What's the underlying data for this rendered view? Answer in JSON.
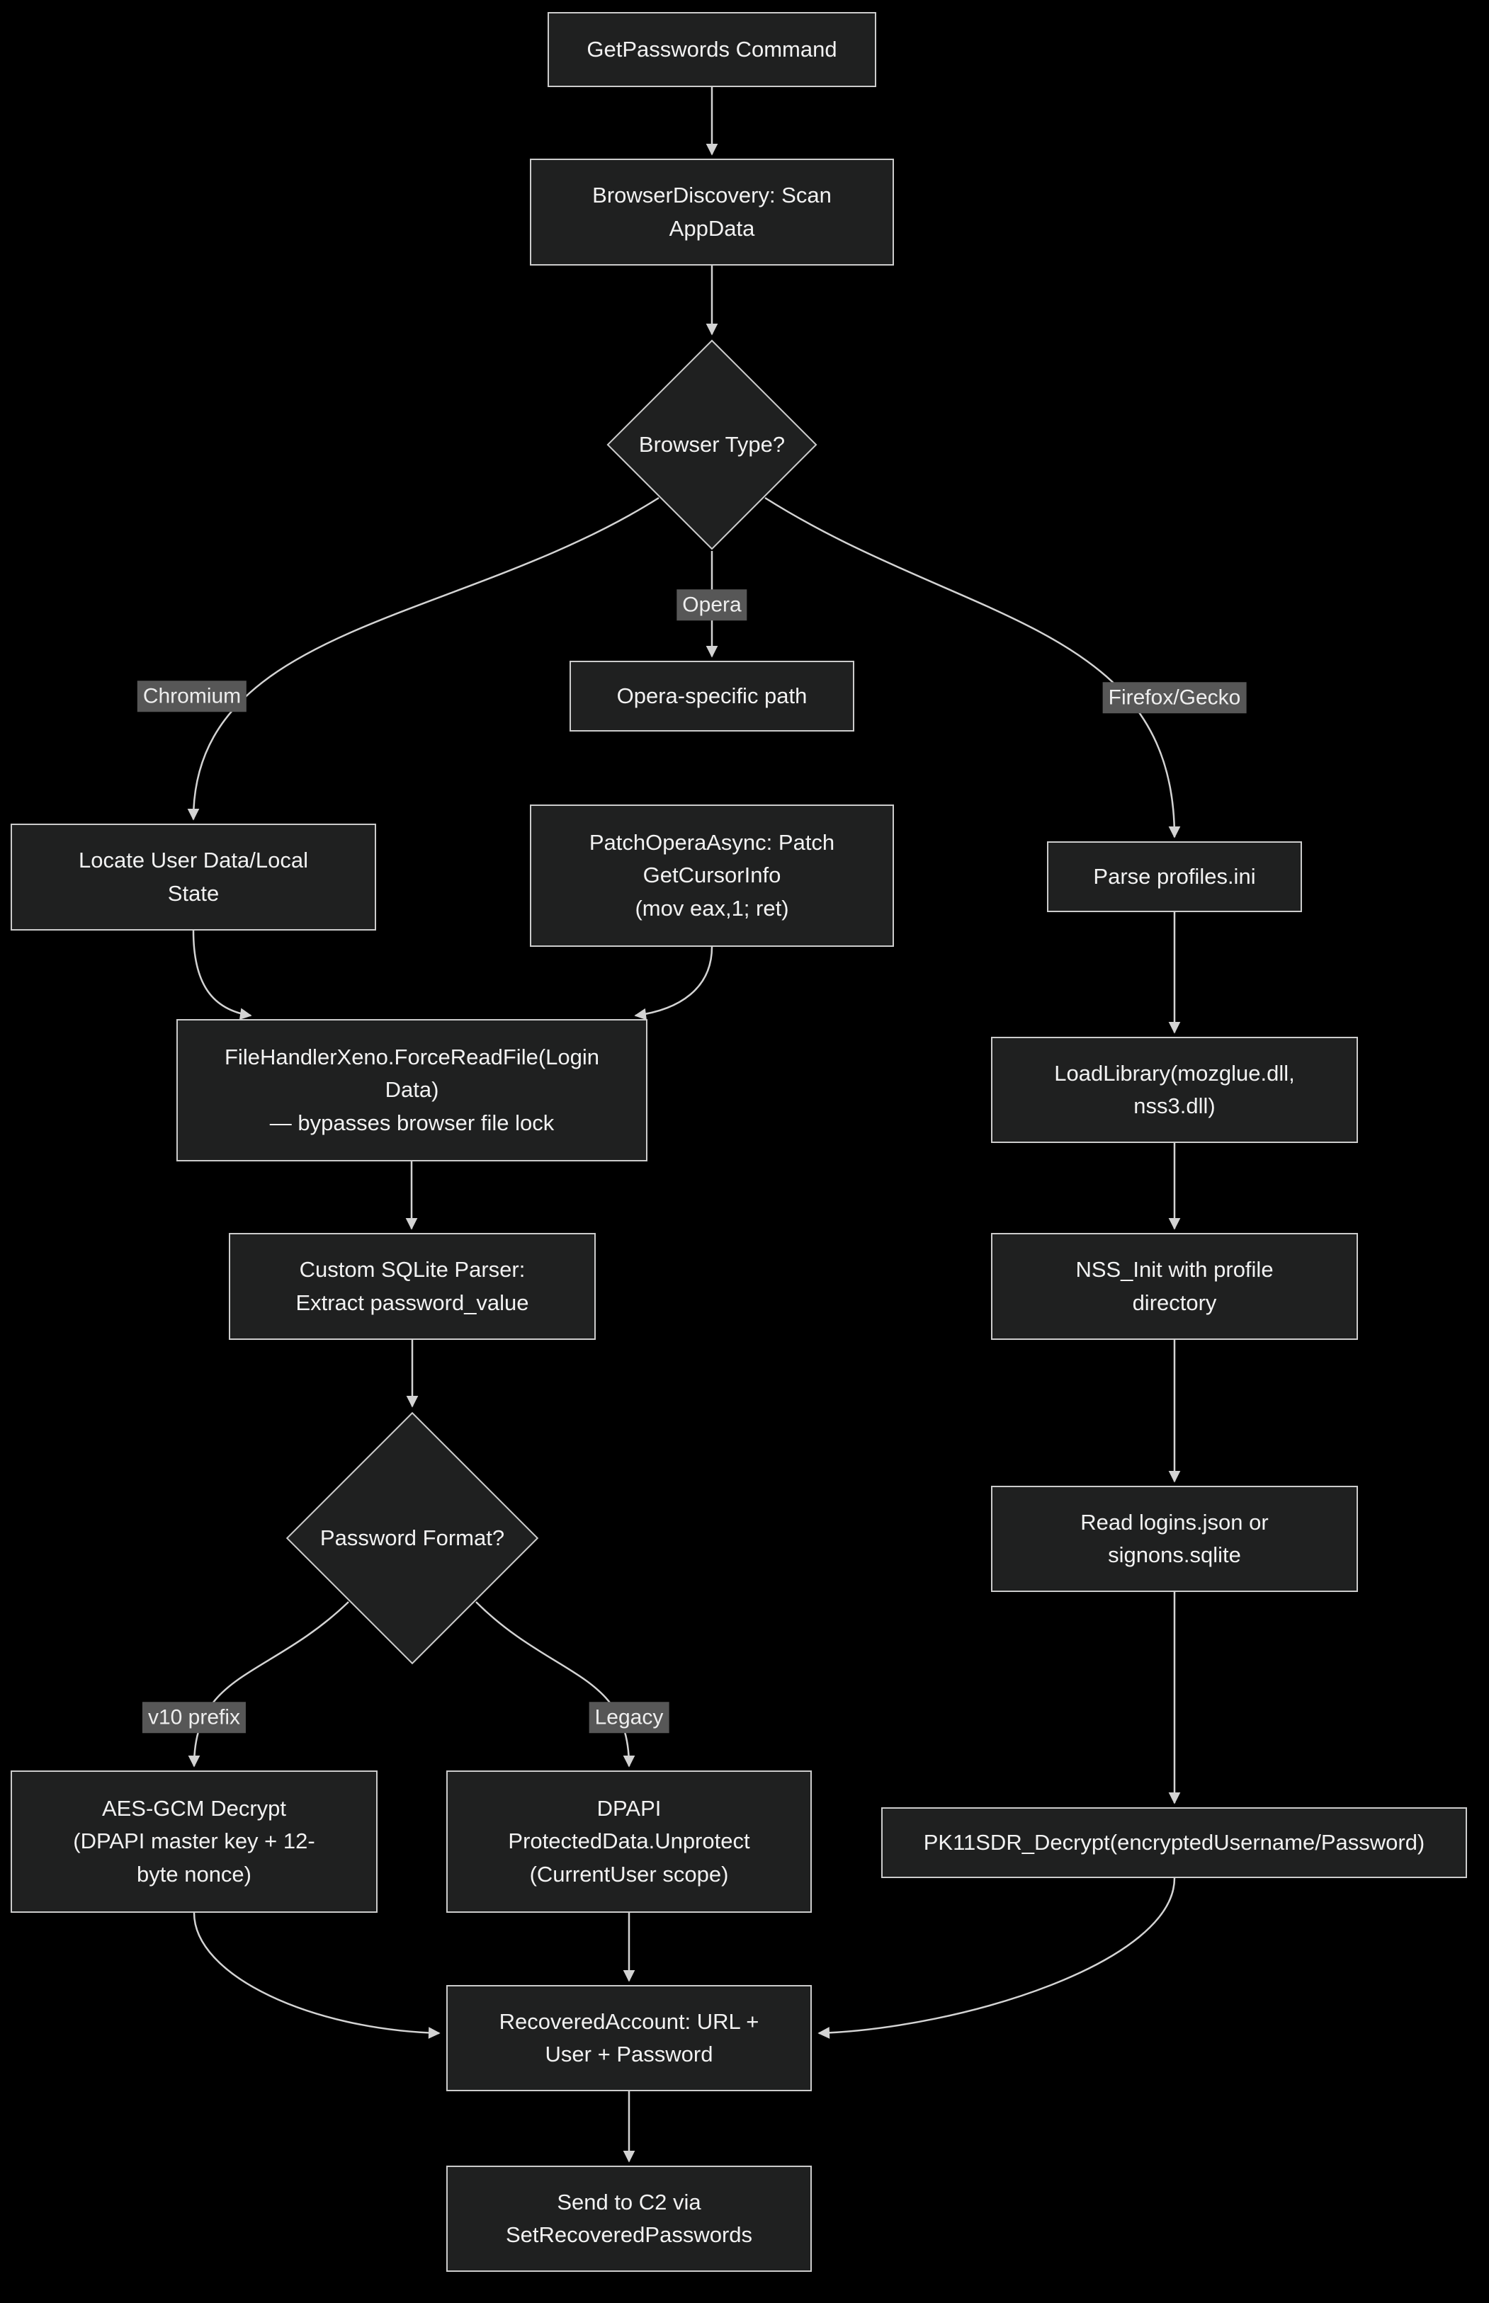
{
  "diagram": {
    "type": "flowchart",
    "theme": "dark",
    "colors": {
      "background": "#000000",
      "node_fill": "#1f2020",
      "node_border": "#cccccc",
      "node_text": "#f2f2f2",
      "edge_line": "#d3d3d3",
      "edge_label_bg": "#575757",
      "edge_label_text": "#eeeeee"
    },
    "nodes": {
      "getpasswords_command": {
        "label": "GetPasswords Command",
        "shape": "rect"
      },
      "browser_discovery": {
        "label": "BrowserDiscovery: Scan\nAppData",
        "shape": "rect"
      },
      "browser_type": {
        "label": "Browser Type?",
        "shape": "diamond"
      },
      "opera_specific_path": {
        "label": "Opera-specific path",
        "shape": "rect"
      },
      "locate_user_data": {
        "label": "Locate User Data/Local\nState",
        "shape": "rect"
      },
      "patch_opera_async": {
        "label": "PatchOperaAsync: Patch\nGetCursorInfo\n(mov eax,1; ret)",
        "shape": "rect"
      },
      "parse_profiles_ini": {
        "label": "Parse profiles.ini",
        "shape": "rect"
      },
      "file_handler_force_read": {
        "label": "FileHandlerXeno.ForceReadFile(Login\nData)\n— bypasses browser file lock",
        "shape": "rect"
      },
      "load_library_nss": {
        "label": "LoadLibrary(mozglue.dll,\nnss3.dll)",
        "shape": "rect"
      },
      "custom_sqlite_parser": {
        "label": "Custom SQLite Parser:\nExtract password_value",
        "shape": "rect"
      },
      "nss_init": {
        "label": "NSS_Init with profile\ndirectory",
        "shape": "rect"
      },
      "password_format": {
        "label": "Password Format?",
        "shape": "diamond"
      },
      "read_logins": {
        "label": "Read logins.json or\nsignons.sqlite",
        "shape": "rect"
      },
      "aes_gcm_decrypt": {
        "label": "AES-GCM Decrypt\n(DPAPI master key + 12-\nbyte nonce)",
        "shape": "rect"
      },
      "dpapi_unprotect": {
        "label": "DPAPI\nProtectedData.Unprotect\n(CurrentUser scope)",
        "shape": "rect"
      },
      "pk11sdr_decrypt": {
        "label": "PK11SDR_Decrypt(encryptedUsername/Password)",
        "shape": "rect"
      },
      "recovered_account": {
        "label": "RecoveredAccount: URL +\nUser + Password",
        "shape": "rect"
      },
      "send_to_c2": {
        "label": "Send to C2 via\nSetRecoveredPasswords",
        "shape": "rect"
      }
    },
    "edge_labels": {
      "opera": "Opera",
      "chromium": "Chromium",
      "firefox_gecko": "Firefox/Gecko",
      "v10_prefix": "v10 prefix",
      "legacy": "Legacy"
    },
    "edges": [
      {
        "from": "getpasswords_command",
        "to": "browser_discovery",
        "label": ""
      },
      {
        "from": "browser_discovery",
        "to": "browser_type",
        "label": ""
      },
      {
        "from": "browser_type",
        "to": "locate_user_data",
        "label": "Chromium"
      },
      {
        "from": "browser_type",
        "to": "opera_specific_path",
        "label": "Opera"
      },
      {
        "from": "browser_type",
        "to": "parse_profiles_ini",
        "label": "Firefox/Gecko"
      },
      {
        "from": "locate_user_data",
        "to": "file_handler_force_read",
        "label": ""
      },
      {
        "from": "opera_specific_path",
        "to": "patch_opera_async",
        "label": ""
      },
      {
        "from": "patch_opera_async",
        "to": "file_handler_force_read",
        "label": ""
      },
      {
        "from": "parse_profiles_ini",
        "to": "load_library_nss",
        "label": ""
      },
      {
        "from": "file_handler_force_read",
        "to": "custom_sqlite_parser",
        "label": ""
      },
      {
        "from": "load_library_nss",
        "to": "nss_init",
        "label": ""
      },
      {
        "from": "custom_sqlite_parser",
        "to": "password_format",
        "label": ""
      },
      {
        "from": "nss_init",
        "to": "read_logins",
        "label": ""
      },
      {
        "from": "password_format",
        "to": "aes_gcm_decrypt",
        "label": "v10 prefix"
      },
      {
        "from": "password_format",
        "to": "dpapi_unprotect",
        "label": "Legacy"
      },
      {
        "from": "read_logins",
        "to": "pk11sdr_decrypt",
        "label": ""
      },
      {
        "from": "aes_gcm_decrypt",
        "to": "recovered_account",
        "label": ""
      },
      {
        "from": "dpapi_unprotect",
        "to": "recovered_account",
        "label": ""
      },
      {
        "from": "pk11sdr_decrypt",
        "to": "recovered_account",
        "label": ""
      },
      {
        "from": "recovered_account",
        "to": "send_to_c2",
        "label": ""
      }
    ]
  }
}
